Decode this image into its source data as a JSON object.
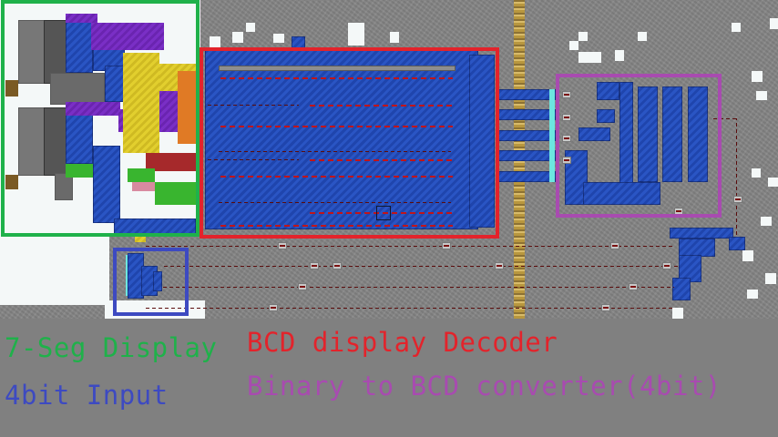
{
  "scene": {
    "description": "Minecraft redstone 4-bit binary to 7-segment display circuit",
    "colors": {
      "display_box": "#1fb14a",
      "decoder_box": "#e3232b",
      "converter_box": "#a84bb0",
      "input_box": "#3d4ac1",
      "background": "#808080"
    }
  },
  "annotations": {
    "display": {
      "label": "7-Seg Display",
      "color": "#1fb14a"
    },
    "input": {
      "label": "4bit Input",
      "color": "#3d4ac1"
    },
    "decoder": {
      "label": "BCD display Decoder",
      "color": "#e3232b"
    },
    "converter": {
      "label": "Binary to BCD converter(4bit)",
      "color": "#a84bb0"
    }
  }
}
